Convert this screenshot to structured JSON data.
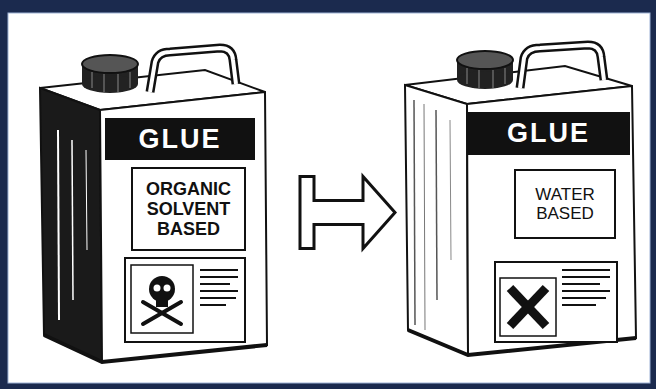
{
  "diagram": {
    "nodes": [
      {
        "text": [
          "GLUE",
          "ORGANIC SOLVENT BASED"
        ]
      },
      {
        "text": [
          "GLUE",
          "WATER BASED"
        ]
      }
    ],
    "edges": [
      {
        "from": 0,
        "to": 1,
        "arrow": "to"
      }
    ]
  }
}
